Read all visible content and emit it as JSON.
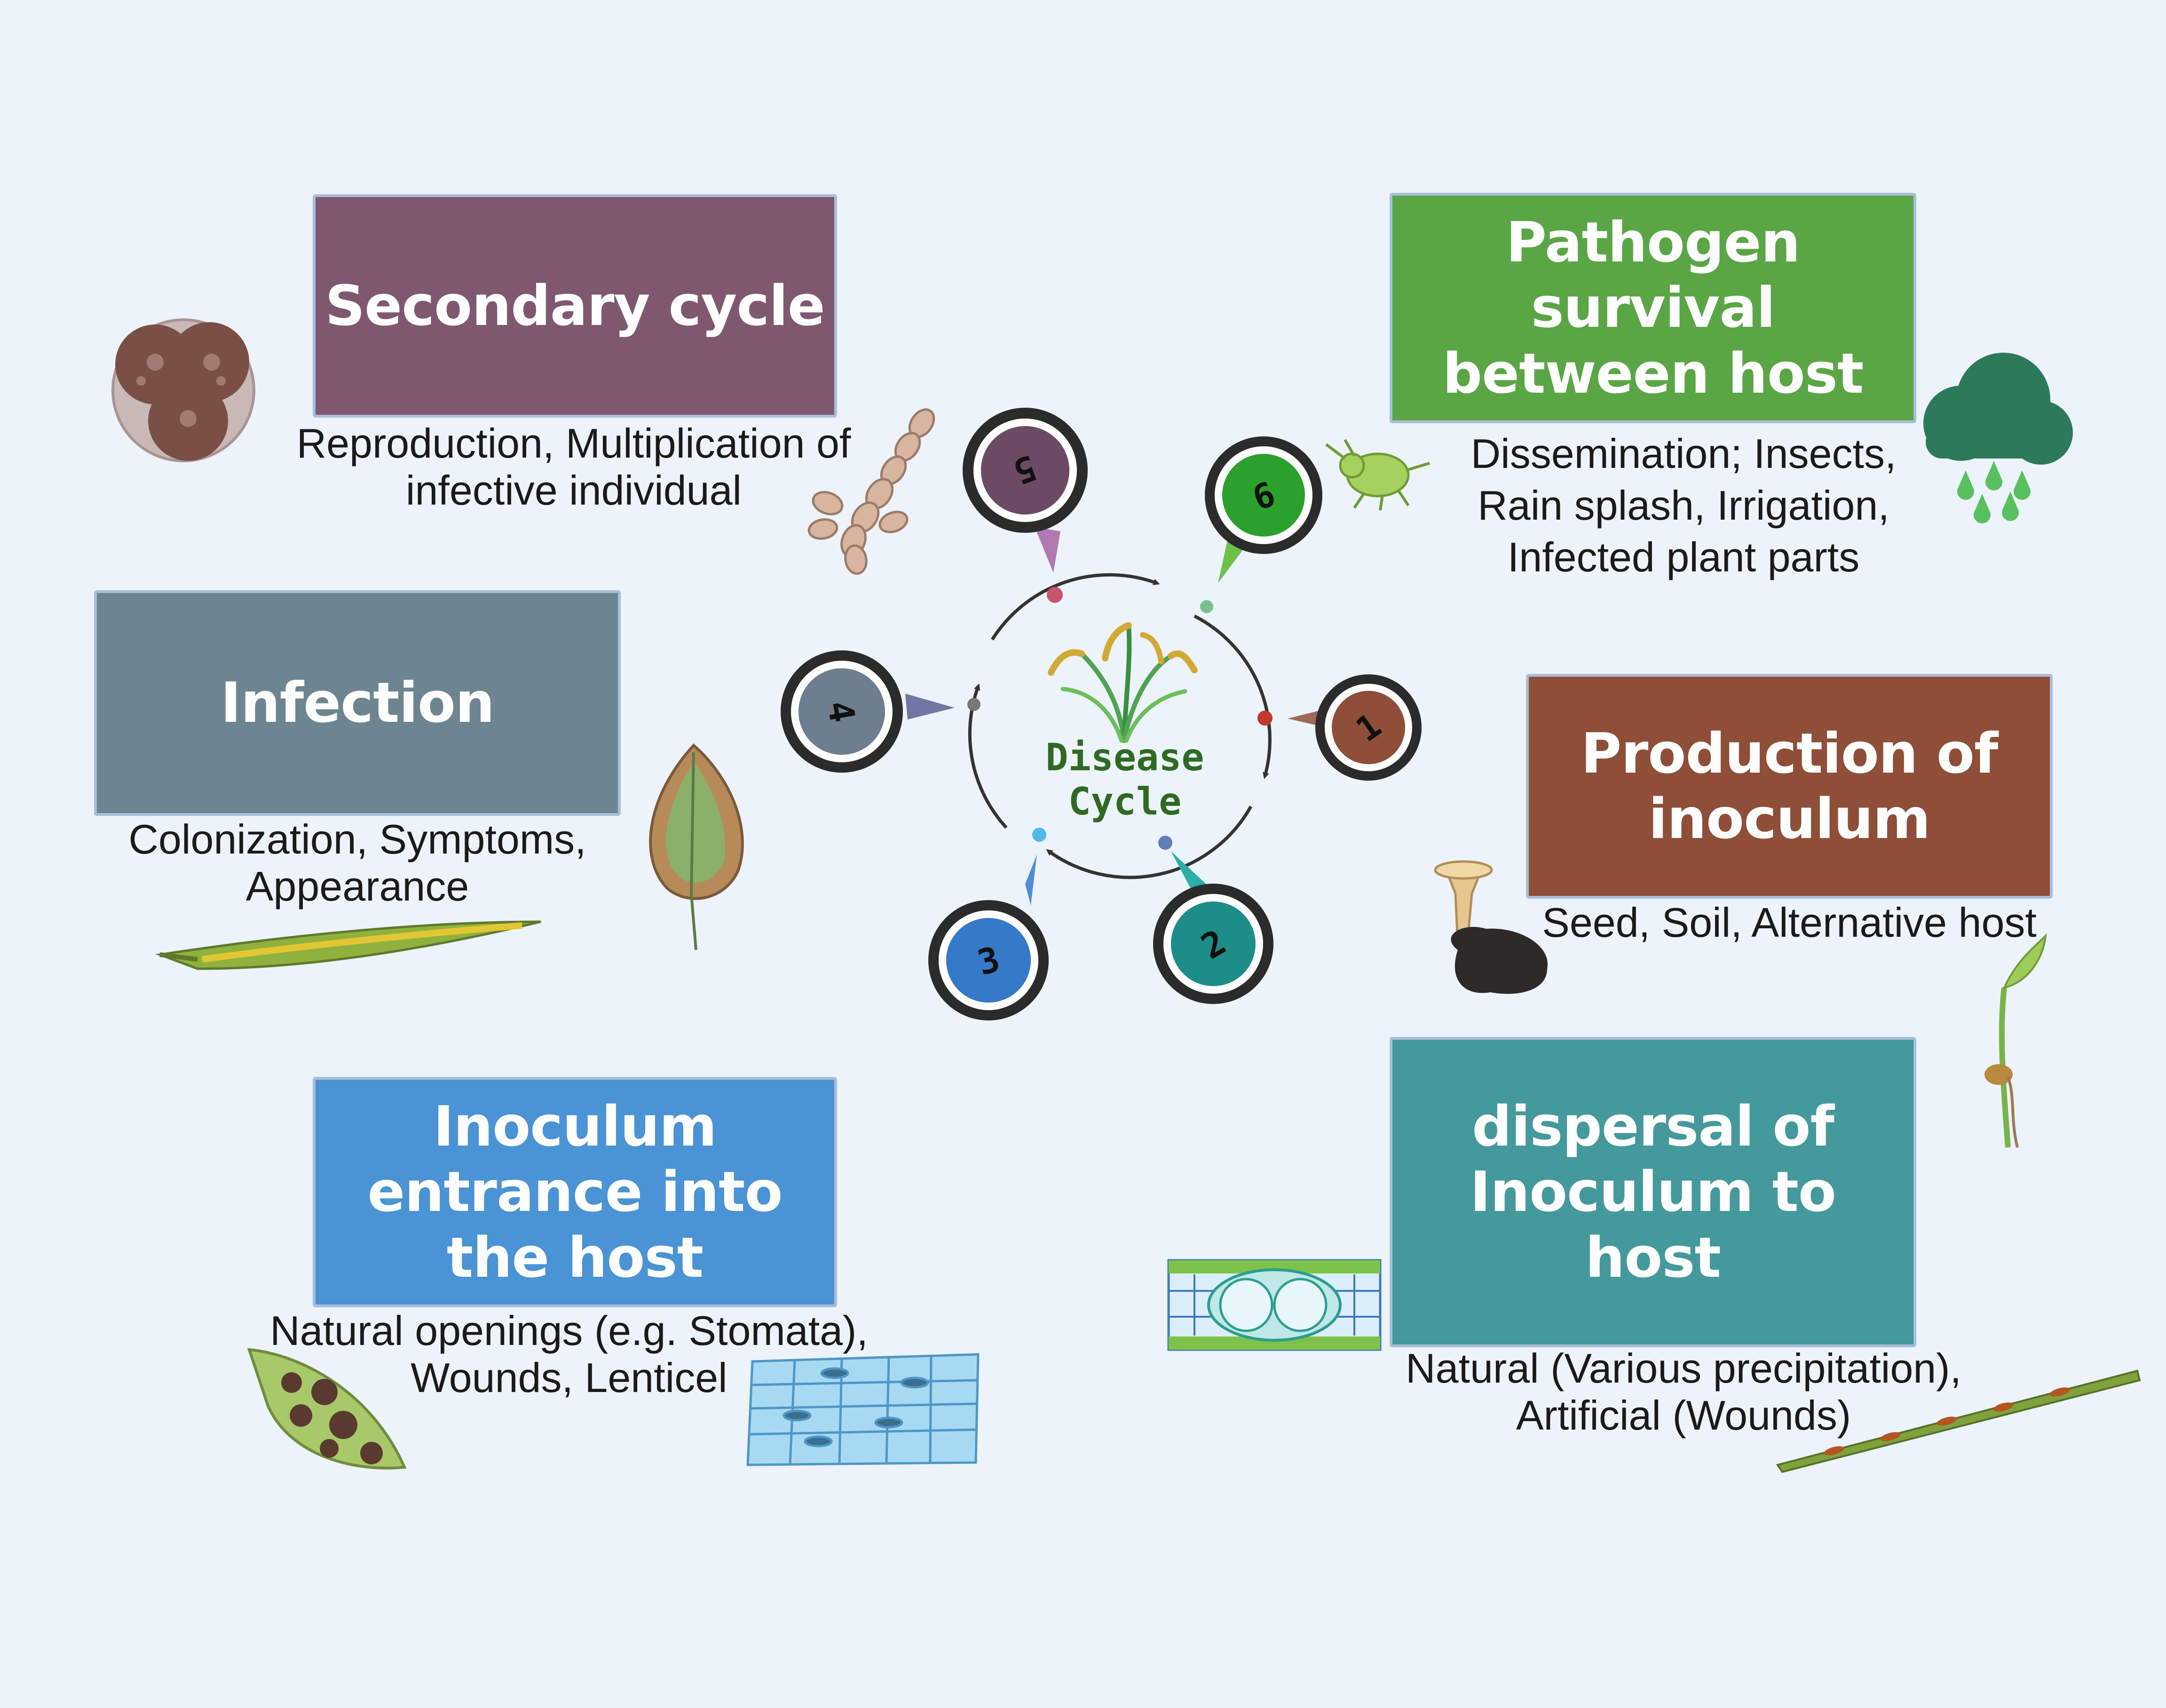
{
  "center": {
    "line1": "Disease",
    "line2": "Cycle"
  },
  "stages": [
    {
      "number": "1",
      "title": "Production of inoculum",
      "description": "Seed, Soil, Alternative host",
      "color": "#8e4e38"
    },
    {
      "number": "2",
      "title": "dispersal of Inoculum to host",
      "description": "Natural (Various precipitation), Artificial (Wounds)",
      "color": "#44999c"
    },
    {
      "number": "3",
      "title": "Inoculum entrance into the host",
      "description": "Natural openings (e.g. Stomata), Wounds, Lenticel",
      "color": "#4a93d4"
    },
    {
      "number": "4",
      "title": "Infection",
      "description": "Colonization, Symptoms, Appearance",
      "color": "#6d8591"
    },
    {
      "number": "5",
      "title": "Secondary cycle",
      "description": "Reproduction, Multiplication of infective individual",
      "color": "#7f5870"
    },
    {
      "number": "6",
      "title": "Pathogen survival between host",
      "description": "Dissemination; Insects, Rain splash, Irrigation, Infected plant parts",
      "color": "#5aa645"
    }
  ],
  "icons": [
    "spore-cluster-icon",
    "hyphae-icon",
    "aphid-icon",
    "rain-cloud-icon",
    "cup-fungus-icon",
    "germinating-seed-icon",
    "diseased-leaf-icon",
    "striped-leaf-blade-icon",
    "leaf-spot-icon",
    "epidermis-cells-icon",
    "stomata-cross-section-icon",
    "rusted-stem-icon",
    "rice-plant-icon"
  ]
}
